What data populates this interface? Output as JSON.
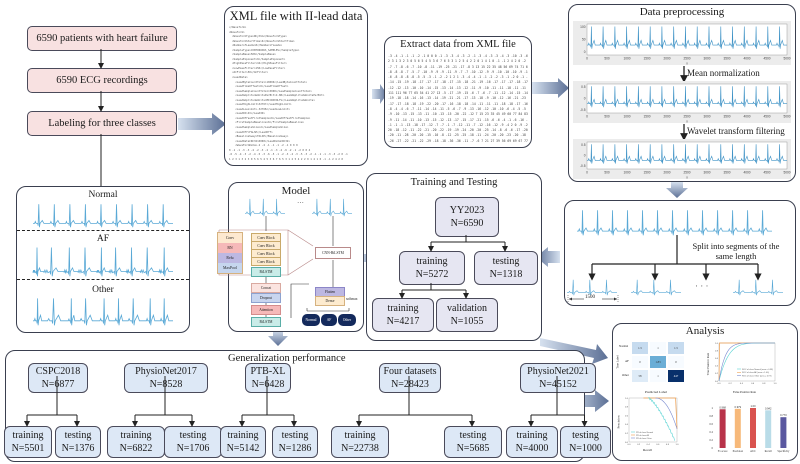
{
  "pipeline": {
    "patients": "6590 patients with heart failure",
    "recordings": "6590 ECG recordings",
    "labeling": "Labeling for three classes"
  },
  "classes_panel": {
    "normal": "Normal",
    "af": "AF",
    "other": "Other"
  },
  "xml_panel": {
    "title": "XML file with II-lead data",
    "lines": [
      "</Waveform>",
      "<Waveform>",
      "  <WaveformType>Rhythm</WaveformType>",
      "  <WaveformStartTime>0</WaveformStartTime>",
      "  <NumberofLeads>8</NumberofLeads>",
      "  <SampleType>CONTINUOUS_SAMPLES</SampleType>",
      "  <SampleBase>500</SampleBase>",
      "  <SampleExponent>0</SampleExponent>",
      "  <HighPassFilter>16</HighPassFilter>",
      "  <LowPassFilter>150</LowPassFilter>",
      "  <ACFilter>50</ACFilter>",
      "  <LeadData>",
      "    <LeadByteCountTotal>10000</LeadByteCountTotal>",
      "    <LeadTimeOffset>0</LeadTimeOffset>",
      "    <LeadSampleCountTotal>5000</LeadSampleCountTotal>",
      "    <LeadAmplitudeUnitsPerBit>4.88</LeadAmplitudeUnitsPerBit>",
      "    <LeadAmplitudeUnits>MICROVOLTS</LeadAmplitudeUnits>",
      "    <LeadHighLimit>32767</LeadHighLimit>",
      "    <LeadLowLimit>-32768</LeadLowLimit>",
      "    <LeadID>II</LeadID>",
      "    <LeadOffsetFirstSample>0</LeadOffsetFirstSample>",
      "    <FirstSampleBaseline>0</FirstSampleBaseline>",
      "    <LeadSampleSize>2</LeadSampleSize>",
      "    <LeadOff>FALSE</LeadOff>",
      "    <BaselineSway>FALSE</BaselineSway>",
      "    <LeadDataCRC32>0000</LeadDataCRC32>",
      "    <WaveFormData>-2 -4 -1 -1 -1 -2 -1 0 0 0",
      "0 -1 -1 -3 -3 -4 -2 -3 -2 -1 -3 -4 -6 -2 -1 -2 0 0 4",
      "-6 -5 -4 -3 -2 -4 -5 -3 -6 -5 -1 -2 -3 -4 -3 -5 -3 -2 -1 -1 -1 -3 -3 -2 0 -1",
      "1 2 3 1 3 2 3 0 5 6 5 4 5 3 6 7 6 5 3 1 2 5 4 2 2 0 1 4 1 0 -1 -1 2 4 2 0"
    ]
  },
  "extract_panel": {
    "title": "Extract data from XML file",
    "rows": [
      "-3 -4 -1 -1 -1 -2 -1 0 0 0 -1 -3 -3 -4 -3 -2 -1 -3 -4 -3 -3 -4 -3 -10 -3 -6",
      "2 3 1 3 2 3 0 5 6 5 4 5 3 6 7 6 5 3 1 2 5 4 2 2 0 1 4 1 0 -1 -1 2 4 2 0 -2 -1 2 0 -1",
      "-7 -7 -8 -6 -7 -10 -8 -11 -19 -25 -21 -17 -8 3 13 15 22 35 48 56 69 74 71 65",
      "-8 -8 -8 -7 -5 -7 -10 -9 -9 -9 -11 -9 -7 -7 -10 -12 -9 -9 -10 -10 -10 -9 -10 -3",
      "-6 -8 -8 -8 -8 -5 -5 -3 -1 -2 -2 1 2 1 -3 -4 -4 -1 -1 -2 -2 -3 -1 -2 0 -1 -2 -11",
      "-14 -15 -19 -18 -17 -17 -17 -18 -17 -15 -18 -21 -19 -16 -17 -17 -17 -18 -17",
      "-12 -12 -13 -10 -10 -14 -15 -13 -14 -13 -12 -11 -9 -10 -11 -11 -18 -11 -11 -1",
      "111 111 96 77 65 54 41 27 13 -5 -17 -19 -15 -6 -7 -6 -7 -11 -12 -14 -15 -14",
      "-19 -18 -18 -14 -16 -13 -14 -19 -21 -21 -17 -13 -18 -9 -10 -12 -16 -21 -23 -1",
      "-17 -17 -18 -18 -19 -22 -20 -17 -16 -18 -18 -14 -11 -11 -11 -18 -18 -17 -16",
      "-8 -4 -4 -6 -7 -11 -14 -14 -11 -5 -6 -7 -9 -13 -16 -12 -10 -10 -6 -4 -5 -5 -7",
      "-9 -10 -13 -15 -13 -11 -10 -13 -15 -20 -22 -12 7 15 23 35 45 49 60 77 84 83",
      "-9 -11 -14 -11 -10 -13 -15 -12 -13 -17 -15 -17 -21 -15 -6 -6 -4 -1 -6 -16 -24",
      "-1 -1 -1 -13 -18 -17 -12 -7 -7 -1 -7 -12 -11 -7 -12 -16 -12 -9 -4 2 0 -9 -20 -2",
      "20 -18 -12 -11 -22 -21 -20 -22 -19 -19 -24 -20 -20 -25 -14 -8 -6 -6 -17 -20 -",
      "-20 -11 -28 -20 -20 -15 -10 -8 -12 -25 -25 -18 -11 -24 -20 -20 -23 -20 -18 -36 -",
      "-26 -27 -22 -21 -22 -29 -18 -18 -36 -36 -11 -7 -6 7 21 27 39 56 69 69 67 77"
    ]
  },
  "preprocessing_panel": {
    "title": "Data preprocessing",
    "step1": "Mean normalization",
    "step2": "Wavelet transform filtering",
    "plot1": {
      "y_ticks": [
        "100",
        "50",
        "0"
      ],
      "x_ticks": [
        "0",
        "500",
        "1000",
        "1500",
        "2000",
        "2500",
        "3000",
        "3500",
        "4000",
        "4500",
        "5000"
      ]
    },
    "plot2": {
      "y_ticks": [
        "0.5",
        "0",
        "-0.5"
      ],
      "x_ticks": [
        "0",
        "500",
        "1000",
        "1500",
        "2000",
        "2500",
        "3000",
        "3500",
        "4000",
        "4500",
        "5000"
      ]
    },
    "plot3": {
      "y_ticks": [
        "0.5",
        "0",
        "-0.5"
      ],
      "x_ticks": [
        "0",
        "500",
        "1000",
        "1500",
        "2000",
        "2500",
        "3000",
        "3500",
        "4000",
        "4500",
        "5000"
      ]
    },
    "x_label": "x"
  },
  "segment_panel": {
    "caption_line1": "Split into segments of the",
    "caption_line2": "same length",
    "ellipsis": "· · ·",
    "segment_length": "1500"
  },
  "model_panel": {
    "title": "Model",
    "ellipsis": "···",
    "conv_block_parts": [
      "Conv",
      "BN",
      "Relu",
      "MaxPool"
    ],
    "conv_blocks": [
      "Conv Block",
      "Conv Block",
      "Conv Block",
      "Conv Block"
    ],
    "bilstm1": "BiLSTM",
    "cnn_bilstm": "CNN-BiLSTM",
    "concat": "Concat",
    "dropout": "Dropout",
    "attention": "Attention",
    "bilstm2": "BiLSTM",
    "flatten": "Flatten",
    "dense": "Dense",
    "softmax": "softmax",
    "outputs": [
      "Normal",
      "AF",
      "Other"
    ]
  },
  "training_panel": {
    "title": "Training and Testing",
    "root": {
      "name": "YY2023",
      "n": "N=6590"
    },
    "training": {
      "name": "training",
      "n": "N=5272"
    },
    "testing": {
      "name": "testing",
      "n": "N=1318"
    },
    "sub_training": {
      "name": "training",
      "n": "N=4217"
    },
    "validation": {
      "name": "validation",
      "n": "N=1055"
    }
  },
  "analysis_panel": {
    "title": "Analysis",
    "confusion": {
      "row_labels": [
        "Normal",
        "AF",
        "Other"
      ],
      "y_label": "True Label",
      "x_label": "Predicted Label",
      "cells": [
        [
          "1.5",
          "1",
          "1.5"
        ],
        [
          "0",
          "1.83",
          "0"
        ],
        [
          "58",
          "1",
          "447"
        ]
      ]
    },
    "roc": {
      "x_label": "False Positive Rate",
      "y_label": "True Positive Rate",
      "legend": [
        "ROC of class Normal (area = 0.98)",
        "ROC of class AF (area = 1.00)",
        "ROC of class Other (area = 0.97)"
      ],
      "ticks": [
        "0.0",
        "0.2",
        "0.4",
        "0.6",
        "0.8",
        "1.0"
      ]
    },
    "pr": {
      "x_label": "Recall",
      "y_label": "Precision",
      "legend": [
        "PR of class Normal",
        "PR of class AF",
        "PR of class Other"
      ],
      "ticks": [
        "0.0",
        "0.2",
        "0.4",
        "0.6",
        "0.8",
        "1.0"
      ]
    },
    "metrics": {
      "labels": [
        "F1-score",
        "Precision",
        "AUC",
        "Recall",
        "Specificity"
      ],
      "values": [
        "0.968",
        "0.979",
        "1.00",
        "0.942",
        "0.770"
      ],
      "y_ticks": [
        "1",
        "0.8",
        "0.6",
        "0.4",
        "0.2",
        "0"
      ]
    }
  },
  "generalization_panel": {
    "title": "Generalization performance",
    "datasets": [
      {
        "name": "CSPC2018",
        "n": "N=6877",
        "train": "N=5501",
        "test": "N=1376"
      },
      {
        "name": "PhysioNet2017",
        "n": "N=8528",
        "train": "N=6822",
        "test": "N=1706"
      },
      {
        "name": "PTB-XL",
        "n": "N=6428",
        "train": "N=5142",
        "test": "N=1286"
      },
      {
        "name": "Four datasets",
        "n": "N=28423",
        "train": "N=22738",
        "test": "N=5685"
      },
      {
        "name": "PhysioNet2021",
        "n": "N=45152",
        "train": "N=4000",
        "test": "N=1000"
      }
    ],
    "train_label": "training",
    "test_label": "testing"
  },
  "colors": {
    "pink_box": "#f8e1e1",
    "node_fill": "#e6e6f2",
    "gen_node_fill": "#dde8f6",
    "ecg_line": "#5aa9d6",
    "arrow_dark": "#5a6f93",
    "arrow_light": "#c9d7ea"
  }
}
